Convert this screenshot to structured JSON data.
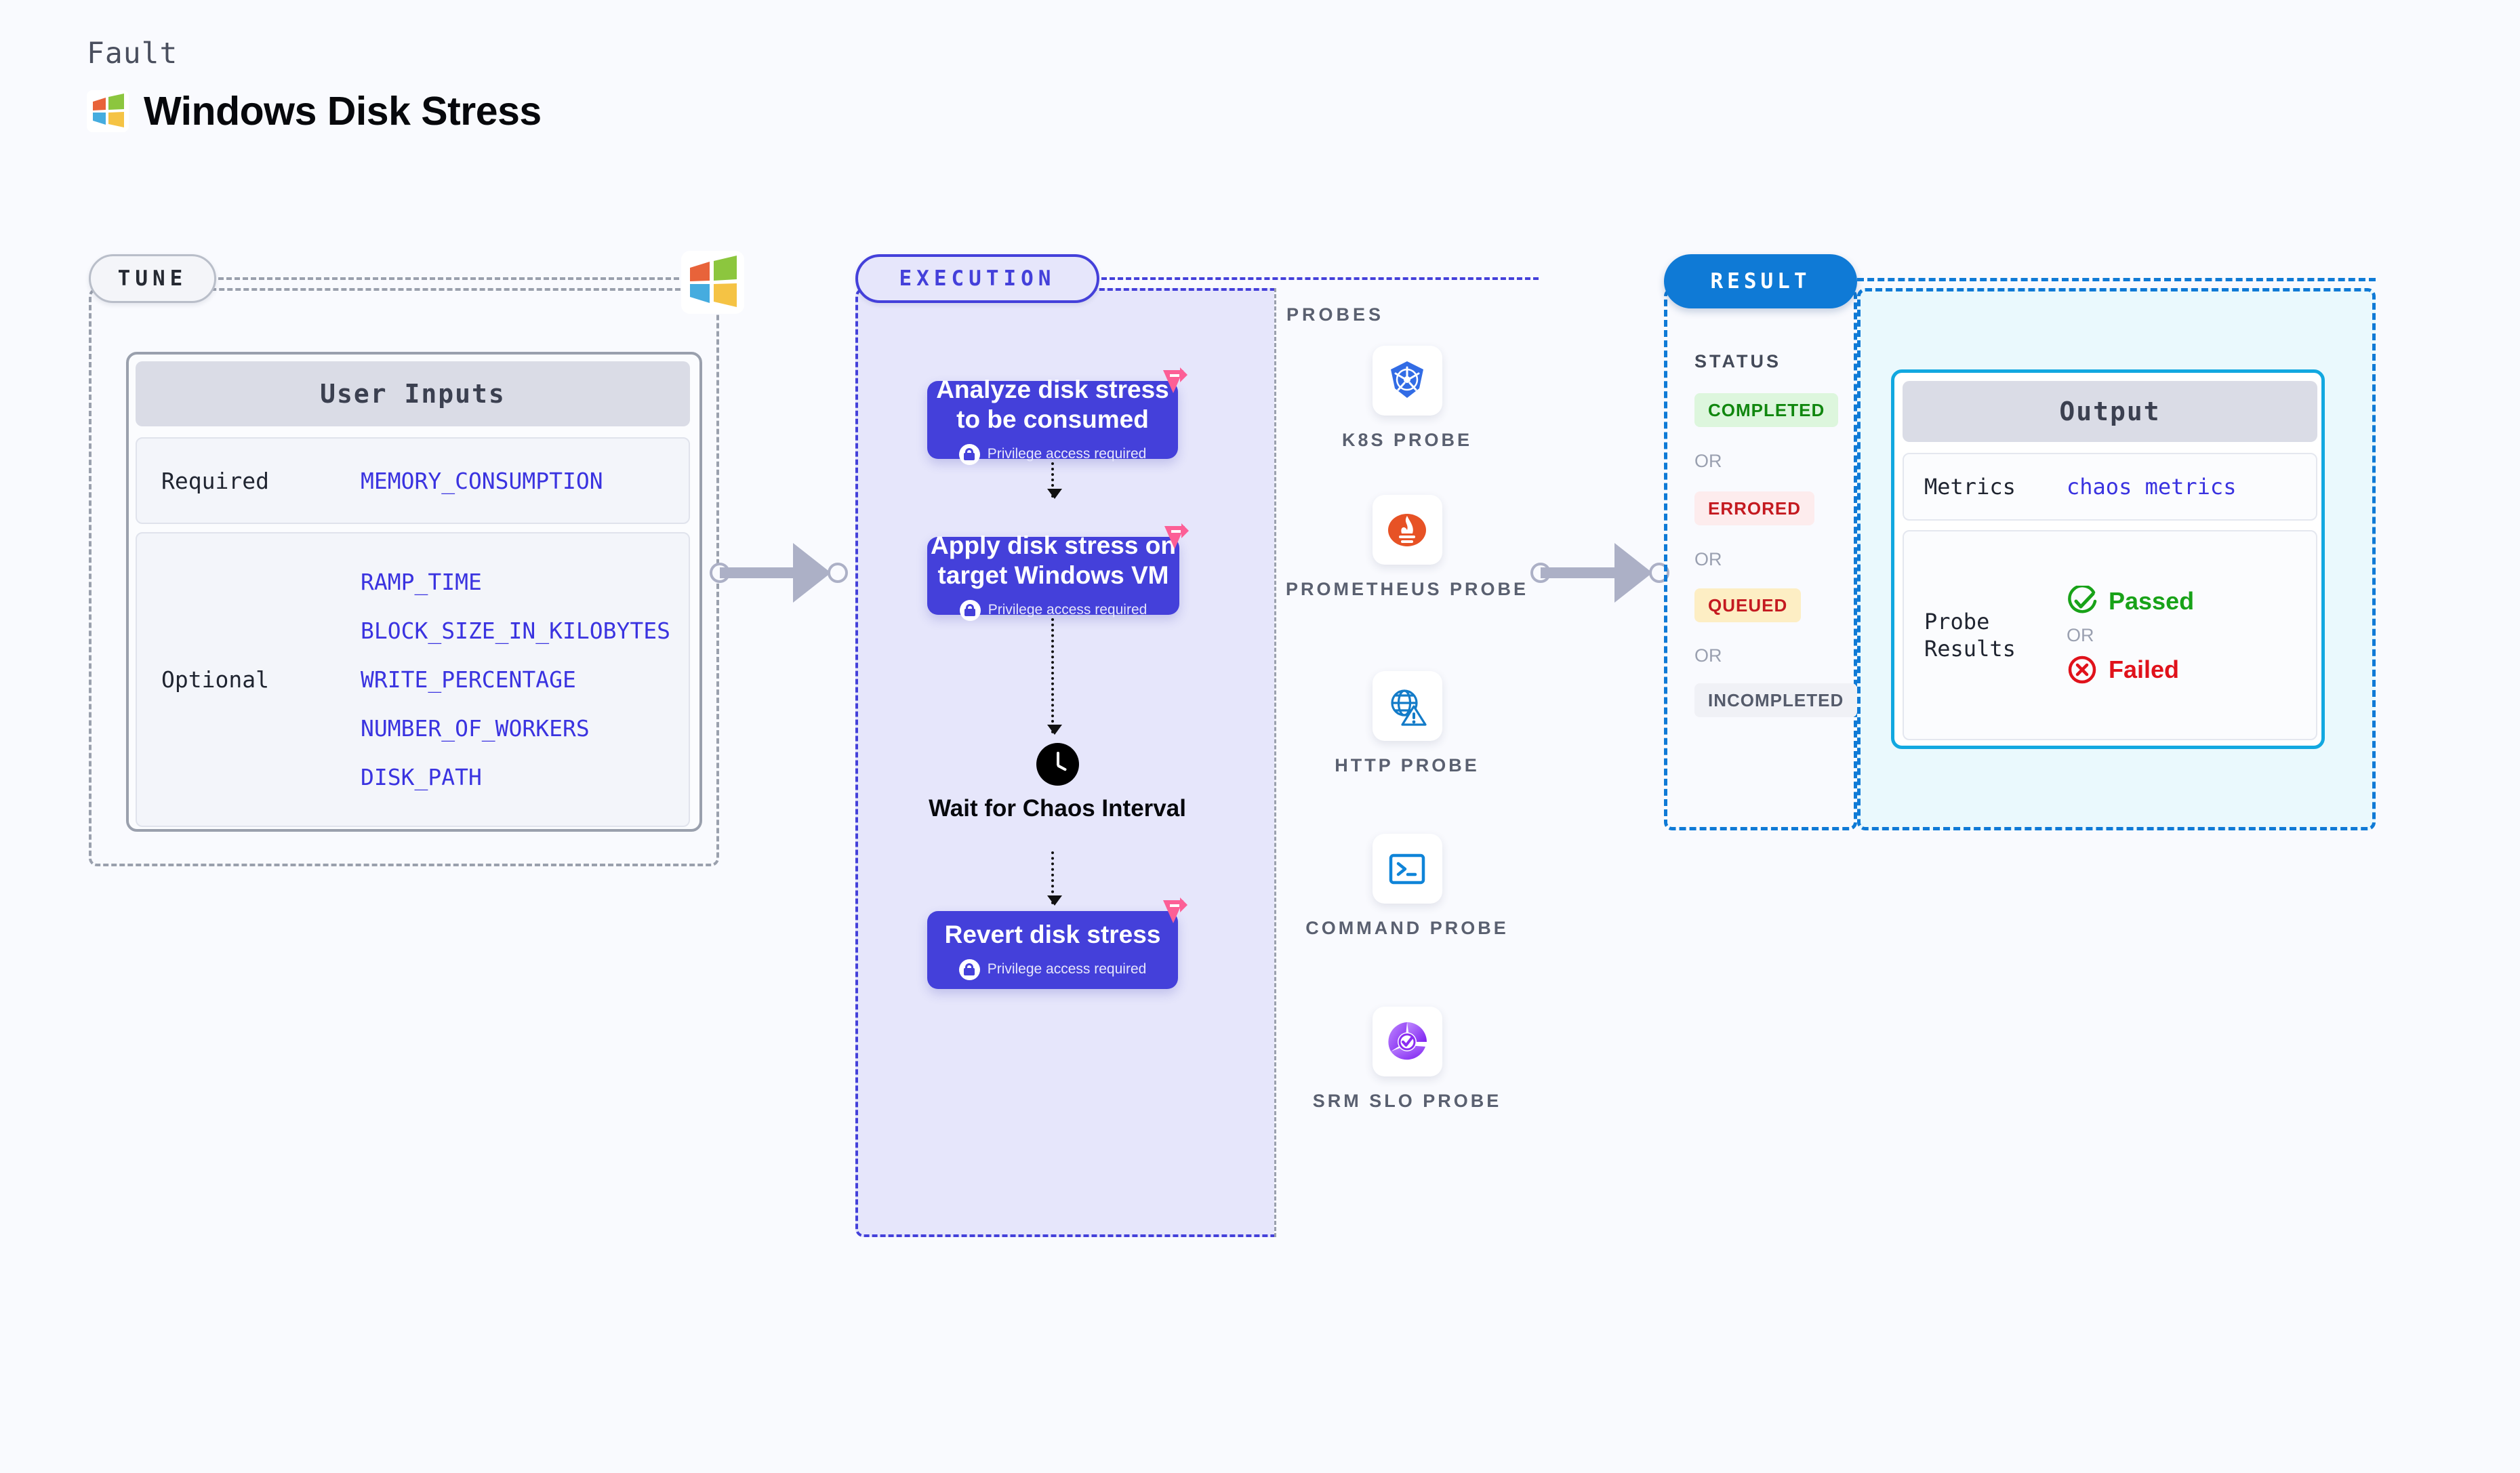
{
  "header": {
    "kicker": "Fault",
    "title": "Windows Disk Stress",
    "logo_icon": "windows-logo-icon"
  },
  "tune": {
    "pill_label": "TUNE",
    "logo_icon": "windows-logo-icon",
    "card_title": "User Inputs",
    "rows": [
      {
        "label": "Required",
        "values": [
          "MEMORY_CONSUMPTION"
        ]
      },
      {
        "label": "Optional",
        "values": [
          "RAMP_TIME",
          "BLOCK_SIZE_IN_KILOBYTES",
          "WRITE_PERCENTAGE",
          "NUMBER_OF_WORKERS",
          "DISK_PATH"
        ]
      }
    ]
  },
  "execution": {
    "pill_label": "EXECUTION",
    "privilege_note": "Privilege access required",
    "steps": [
      {
        "title": "Analyze disk stress to be consumed",
        "privilege": "Privilege access required"
      },
      {
        "title": "Apply disk stress on target Windows VM",
        "privilege": "Privilege access required"
      },
      {
        "title": "Revert disk stress",
        "privilege": "Privilege access required"
      }
    ],
    "wait_node": {
      "label": "Wait for Chaos Interval",
      "icon": "clock-icon"
    }
  },
  "probes": {
    "title": "PROBES",
    "items": [
      {
        "label": "K8S PROBE",
        "icon": "kubernetes-icon"
      },
      {
        "label": "PROMETHEUS PROBE",
        "icon": "prometheus-icon"
      },
      {
        "label": "HTTP PROBE",
        "icon": "globe-warning-icon"
      },
      {
        "label": "COMMAND PROBE",
        "icon": "terminal-icon"
      },
      {
        "label": "SRM SLO PROBE",
        "icon": "srm-slo-icon"
      }
    ]
  },
  "result": {
    "pill_label": "RESULT",
    "status_title": "STATUS",
    "or_label": "OR",
    "statuses": [
      {
        "label": "COMPLETED",
        "bg": "#ddf6dd",
        "fg": "#11870f"
      },
      {
        "label": "ERRORED",
        "bg": "#fdeced",
        "fg": "#c41a20"
      },
      {
        "label": "QUEUED",
        "bg": "#fdeec4",
        "fg": "#c41a20"
      },
      {
        "label": "INCOMPLETED",
        "bg": "#f0f1f6",
        "fg": "#555b6b"
      }
    ]
  },
  "output": {
    "card_title": "Output",
    "metrics_label": "Metrics",
    "metrics_value": "chaos metrics",
    "probe_results_label": "Probe Results",
    "or_label": "OR",
    "passed_label": "Passed",
    "failed_label": "Failed",
    "passed_color": "#18a218",
    "failed_color": "#e0121b"
  },
  "colors": {
    "background": "#f9fafe",
    "execution_accent": "#4440da",
    "result_accent": "#0f7ad6",
    "output_accent": "#12a8e0",
    "tune_border": "#9aa0ad",
    "mono_value": "#3a33e0"
  }
}
